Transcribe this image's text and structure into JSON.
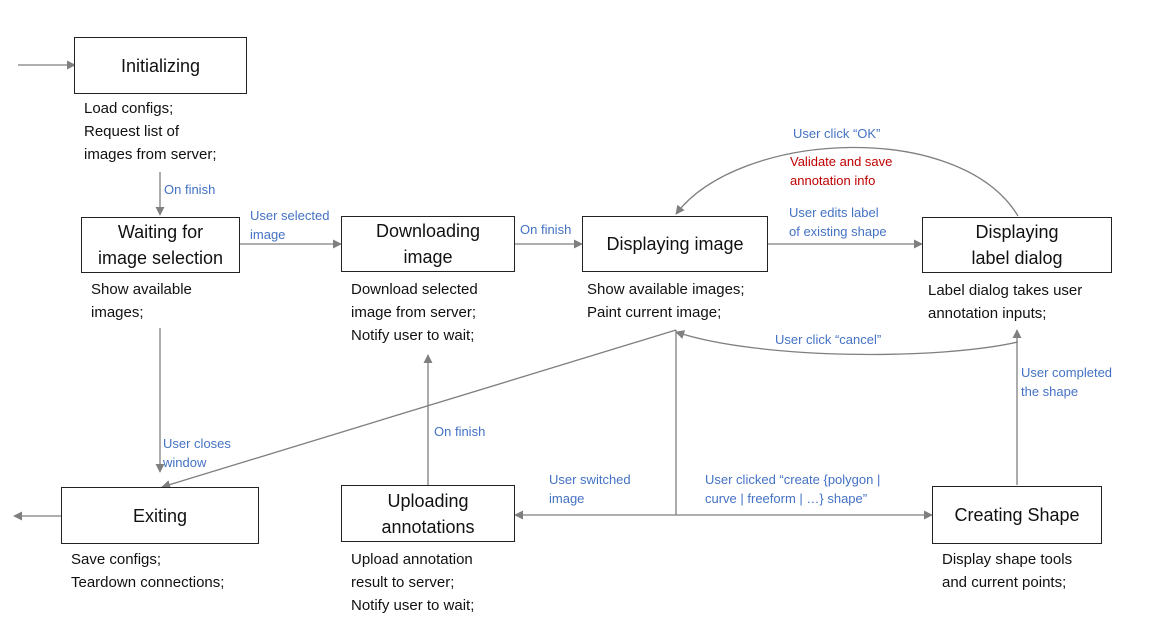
{
  "states": {
    "initializing": "Initializing",
    "waiting": "Waiting for\nimage selection",
    "downloading": "Downloading\nimage",
    "displaying_image": "Displaying image",
    "label_dialog": "Displaying\nlabel dialog",
    "exiting": "Exiting",
    "uploading": "Uploading\nannotations",
    "creating_shape": "Creating Shape"
  },
  "notes": {
    "initializing": "Load configs;\nRequest list of\nimages from server;",
    "waiting": "Show available\nimages;",
    "downloading": "Download selected\nimage from server;\nNotify user to wait;",
    "displaying_image": "Show available images;\nPaint current image;",
    "label_dialog": "Label dialog takes user\nannotation inputs;",
    "exiting": "Save configs;\nTeardown connections;",
    "uploading": "Upload annotation\nresult to server;\nNotify user to wait;",
    "creating_shape": "Display shape tools\nand current points;"
  },
  "edge_labels": {
    "init_on_finish": "On finish",
    "user_selected_image": "User selected\nimage",
    "download_on_finish": "On finish",
    "user_click_ok": "User click “OK”",
    "validate_save": "Validate and save\nannotation info",
    "user_edits_label": "User edits label\nof existing shape",
    "user_click_cancel": "User click “cancel”",
    "user_completed_shape": "User completed\nthe shape",
    "user_closes_window": "User closes\nwindow",
    "upload_on_finish": "On finish",
    "user_switched_image": "User switched\nimage",
    "user_clicked_create": "User clicked “create {polygon |\ncurve | freeform | …} shape”"
  },
  "colors": {
    "edge_label": "#4472C4",
    "validate_label": "#C00000",
    "arrow": "#7f7f7f",
    "box_border": "#222222"
  }
}
